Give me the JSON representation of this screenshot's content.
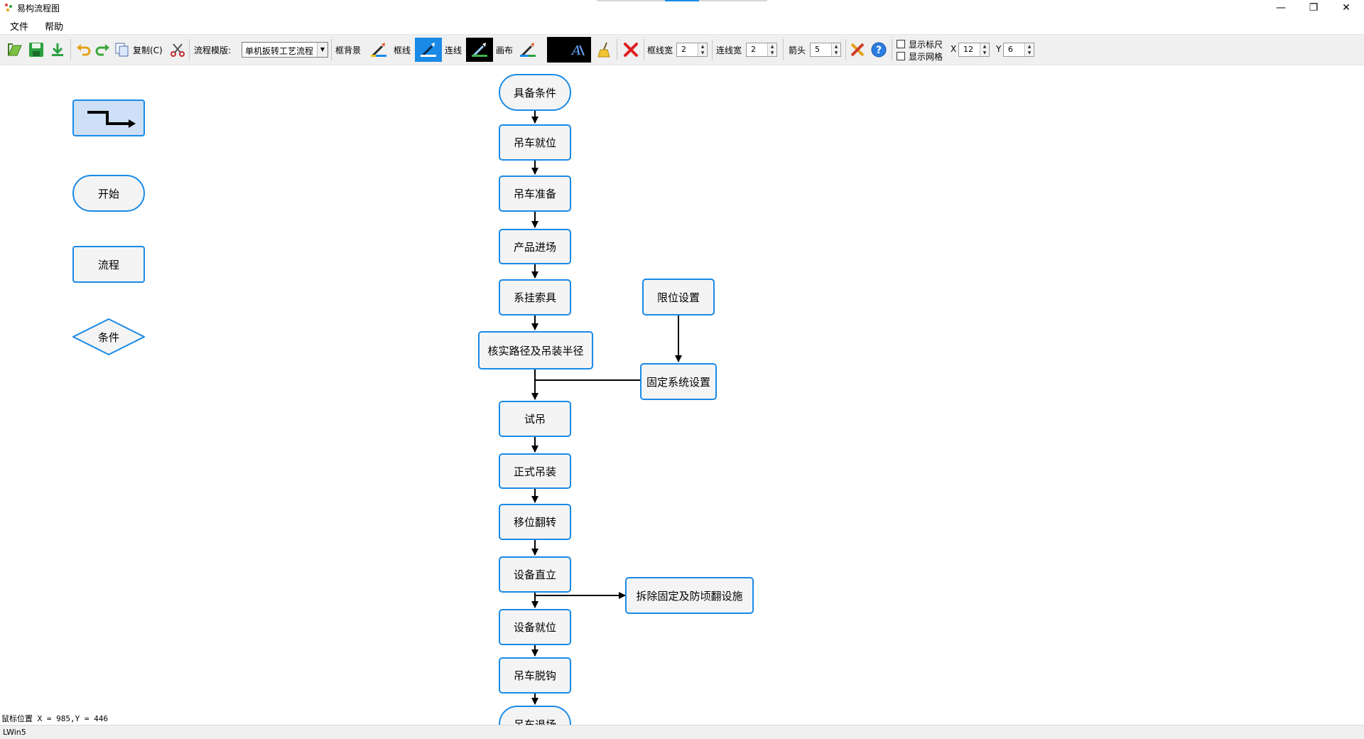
{
  "window": {
    "title": "易构流程图",
    "controls": {
      "minimize": "—",
      "restore": "❐",
      "close": "✕"
    }
  },
  "menu": {
    "items": [
      "文件",
      "帮助"
    ]
  },
  "toolbar": {
    "copy_label": "复制(C)",
    "template_label": "流程模版:",
    "template_value": "单机扳转工艺流程",
    "frame_bg_label": "框背景",
    "frame_line_label": "框线",
    "link_label": "连线",
    "canvas_label": "画布",
    "frame_width_label": "框线宽",
    "frame_width_value": "2",
    "link_width_label": "连线宽",
    "link_width_value": "2",
    "arrow_label": "箭头",
    "arrow_value": "5",
    "show_ruler_label": "显示标尺",
    "show_grid_label": "显示网格",
    "x_label": "X",
    "x_value": "12",
    "y_label": "Y",
    "y_value": "6",
    "colors": {
      "frame_line": "#1a8ae6",
      "link": "#000000",
      "canvas": "#000000"
    }
  },
  "palette": {
    "start_label": "开始",
    "process_label": "流程",
    "condition_label": "条件"
  },
  "flow": {
    "nodes": [
      "具备条件",
      "吊车就位",
      "吊车准备",
      "产品进场",
      "系挂索具",
      "核实路径及吊装半径",
      "试吊",
      "正式吊装",
      "移位翻转",
      "设备直立",
      "设备就位",
      "吊车脱钩",
      "吊车退场",
      "限位设置",
      "固定系统设置",
      "拆除固定及防顷翻设施"
    ]
  },
  "status": {
    "mouse_position": "鼠标位置 X = 985,Y = 446",
    "user": "LWin5"
  }
}
